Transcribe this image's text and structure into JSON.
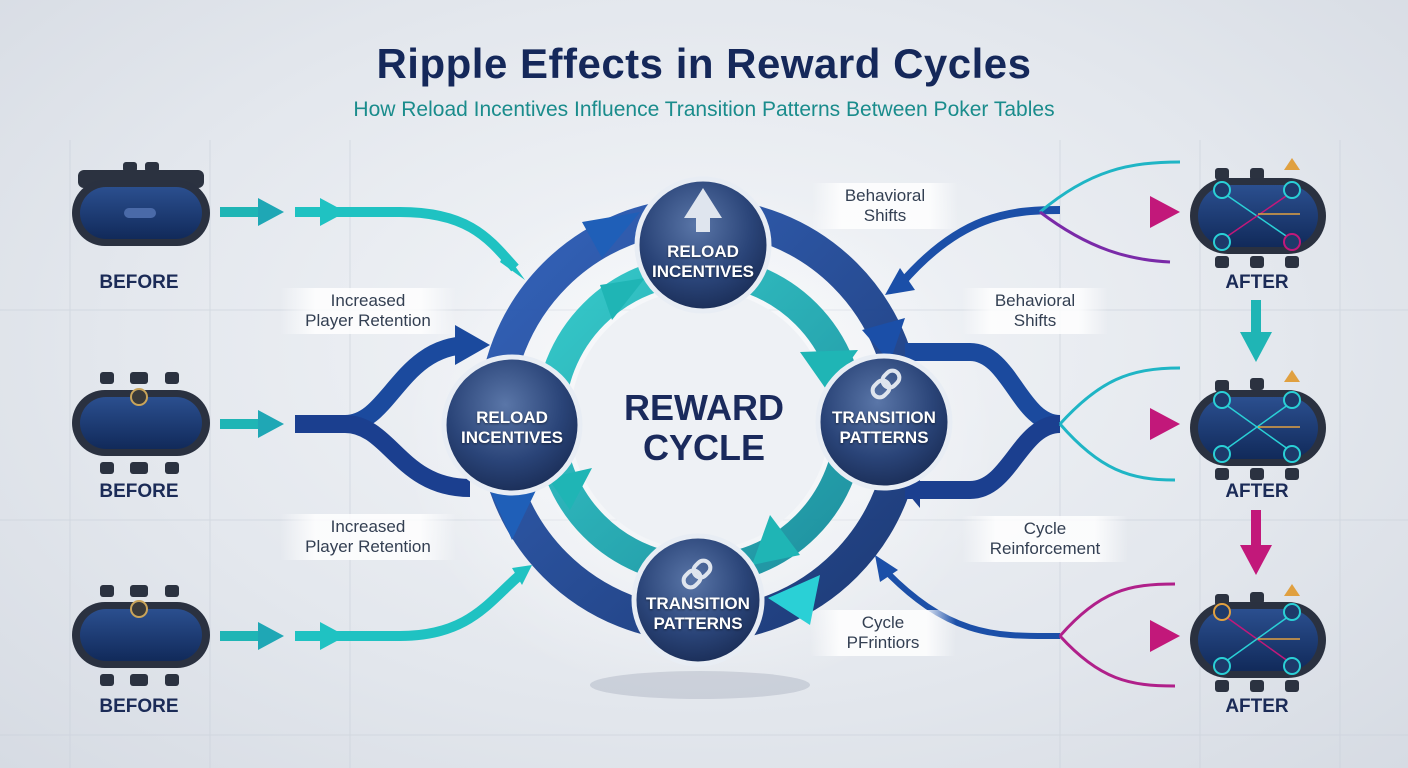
{
  "header": {
    "title": "Ripple Effects in Reward Cycles",
    "subtitle": "How Reload Incentives Influence Transition Patterns Between Poker Tables"
  },
  "left_tables": [
    {
      "label": "BEFORE"
    },
    {
      "label": "BEFORE"
    },
    {
      "label": "BEFORE"
    }
  ],
  "right_tables": [
    {
      "label": "AFTER"
    },
    {
      "label": "AFTER"
    },
    {
      "label": "AFTER"
    }
  ],
  "cycle": {
    "center_line1": "REWARD",
    "center_line2": "CYCLE",
    "nodes": [
      {
        "line1": "RELOAD",
        "line2": "INCENTIVES"
      },
      {
        "line1": "RELOAD",
        "line2": "INCENTIVES"
      },
      {
        "line1": "TRANSITION",
        "line2": "PATTERNS"
      },
      {
        "line1": "TRANSITION",
        "line2": "PATTERNS"
      }
    ]
  },
  "labels": {
    "retention_top_1": "Increased",
    "retention_top_2": "Player Retention",
    "retention_bottom_1": "Increased",
    "retention_bottom_2": "Player Retention",
    "shifts_top_1": "Behavioral",
    "shifts_top_2": "Shifts",
    "shifts_mid_1": "Behavioral",
    "shifts_mid_2": "Shifts",
    "reinforce_1": "Cycle",
    "reinforce_2": "Reinforcement",
    "pfrintiors_1": "Cycle",
    "pfrintiors_2": "PFrintiors"
  },
  "colors": {
    "navy": "#1b3f8f",
    "teal": "#1fb5b5",
    "magenta": "#c2187a",
    "cyan": "#2ad0d6",
    "title": "#15285a"
  }
}
